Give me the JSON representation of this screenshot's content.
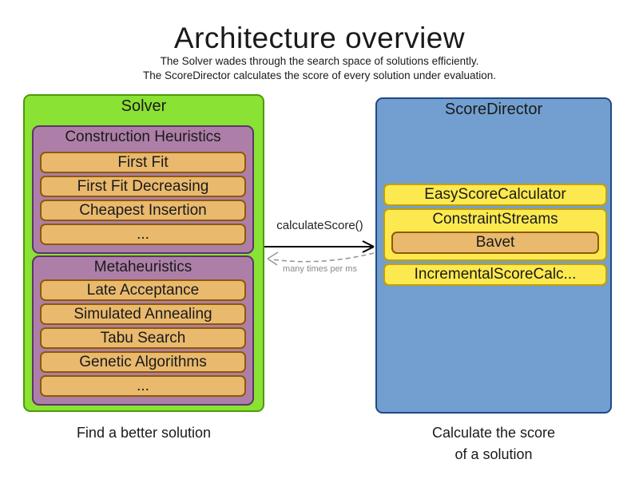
{
  "header": {
    "title": "Architecture overview",
    "subtitle_line1": "The Solver wades through the search space of solutions efficiently.",
    "subtitle_line2": "The ScoreDirector calculates the score of every solution under evaluation."
  },
  "solver": {
    "title": "Solver",
    "caption": "Find a better solution",
    "construction_heuristics": {
      "title": "Construction Heuristics",
      "items": [
        "First Fit",
        "First Fit Decreasing",
        "Cheapest Insertion",
        "..."
      ]
    },
    "metaheuristics": {
      "title": "Metaheuristics",
      "items": [
        "Late Acceptance",
        "Simulated Annealing",
        "Tabu Search",
        "Genetic Algorithms",
        "..."
      ]
    }
  },
  "score_director": {
    "title": "ScoreDirector",
    "caption_line1": "Calculate the score",
    "caption_line2": "of a solution",
    "easy_score_calculator": "EasyScoreCalculator",
    "constraint_streams": {
      "title": "ConstraintStreams",
      "item": "Bavet"
    },
    "incremental_score_calculator": "IncrementalScoreCalc..."
  },
  "interaction": {
    "call_label": "calculateScore()",
    "frequency_label": "many times per ms"
  },
  "colors": {
    "solver_fill": "#8ae234",
    "solver_border": "#4e9a06",
    "heuristic_group_fill": "#ad7fa8",
    "heuristic_group_border": "#5c3566",
    "heuristic_item_fill": "#e9b96e",
    "heuristic_item_border": "#8f5902",
    "score_director_fill": "#729fcf",
    "score_director_border": "#204a87",
    "calculator_fill": "#fce94f",
    "calculator_border": "#c4a000",
    "call_arrow": "#000000",
    "return_arrow": "#979797"
  }
}
